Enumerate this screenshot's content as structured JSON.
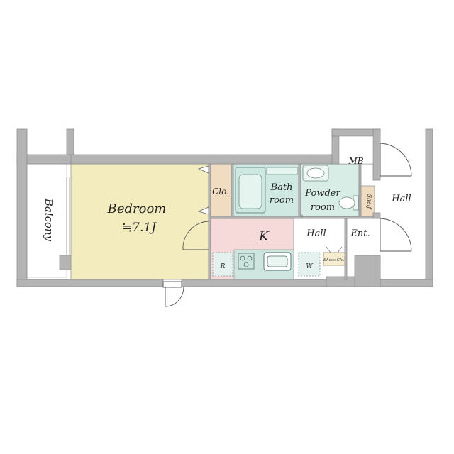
{
  "rooms": {
    "bedroom": "Bedroom",
    "bedroom_size": "≒7.1J",
    "balcony": "Balcony",
    "closet": "Clo.",
    "bath_line1": "Bath",
    "bath_line2": "room",
    "powder_line1": "Powder",
    "powder_line2": "room",
    "shelf": "Shelf",
    "mb": "MB",
    "kitchen": "K",
    "hall_inner": "Hall",
    "hall_outer": "Hall",
    "entrance": "Ent.",
    "shoes_closet": "Shoes Clo.",
    "refrigerator": "R",
    "washer": "W"
  },
  "colors": {
    "bedroom": "#f3ecbf",
    "closet": "#f0dcc0",
    "bath": "#cfe9e2",
    "powder": "#d7ede6",
    "kitchen": "#f6d9d9",
    "counter": "#cfe6e0",
    "wall": "#b4b4b4",
    "wall_edge": "#8e8e8e"
  }
}
